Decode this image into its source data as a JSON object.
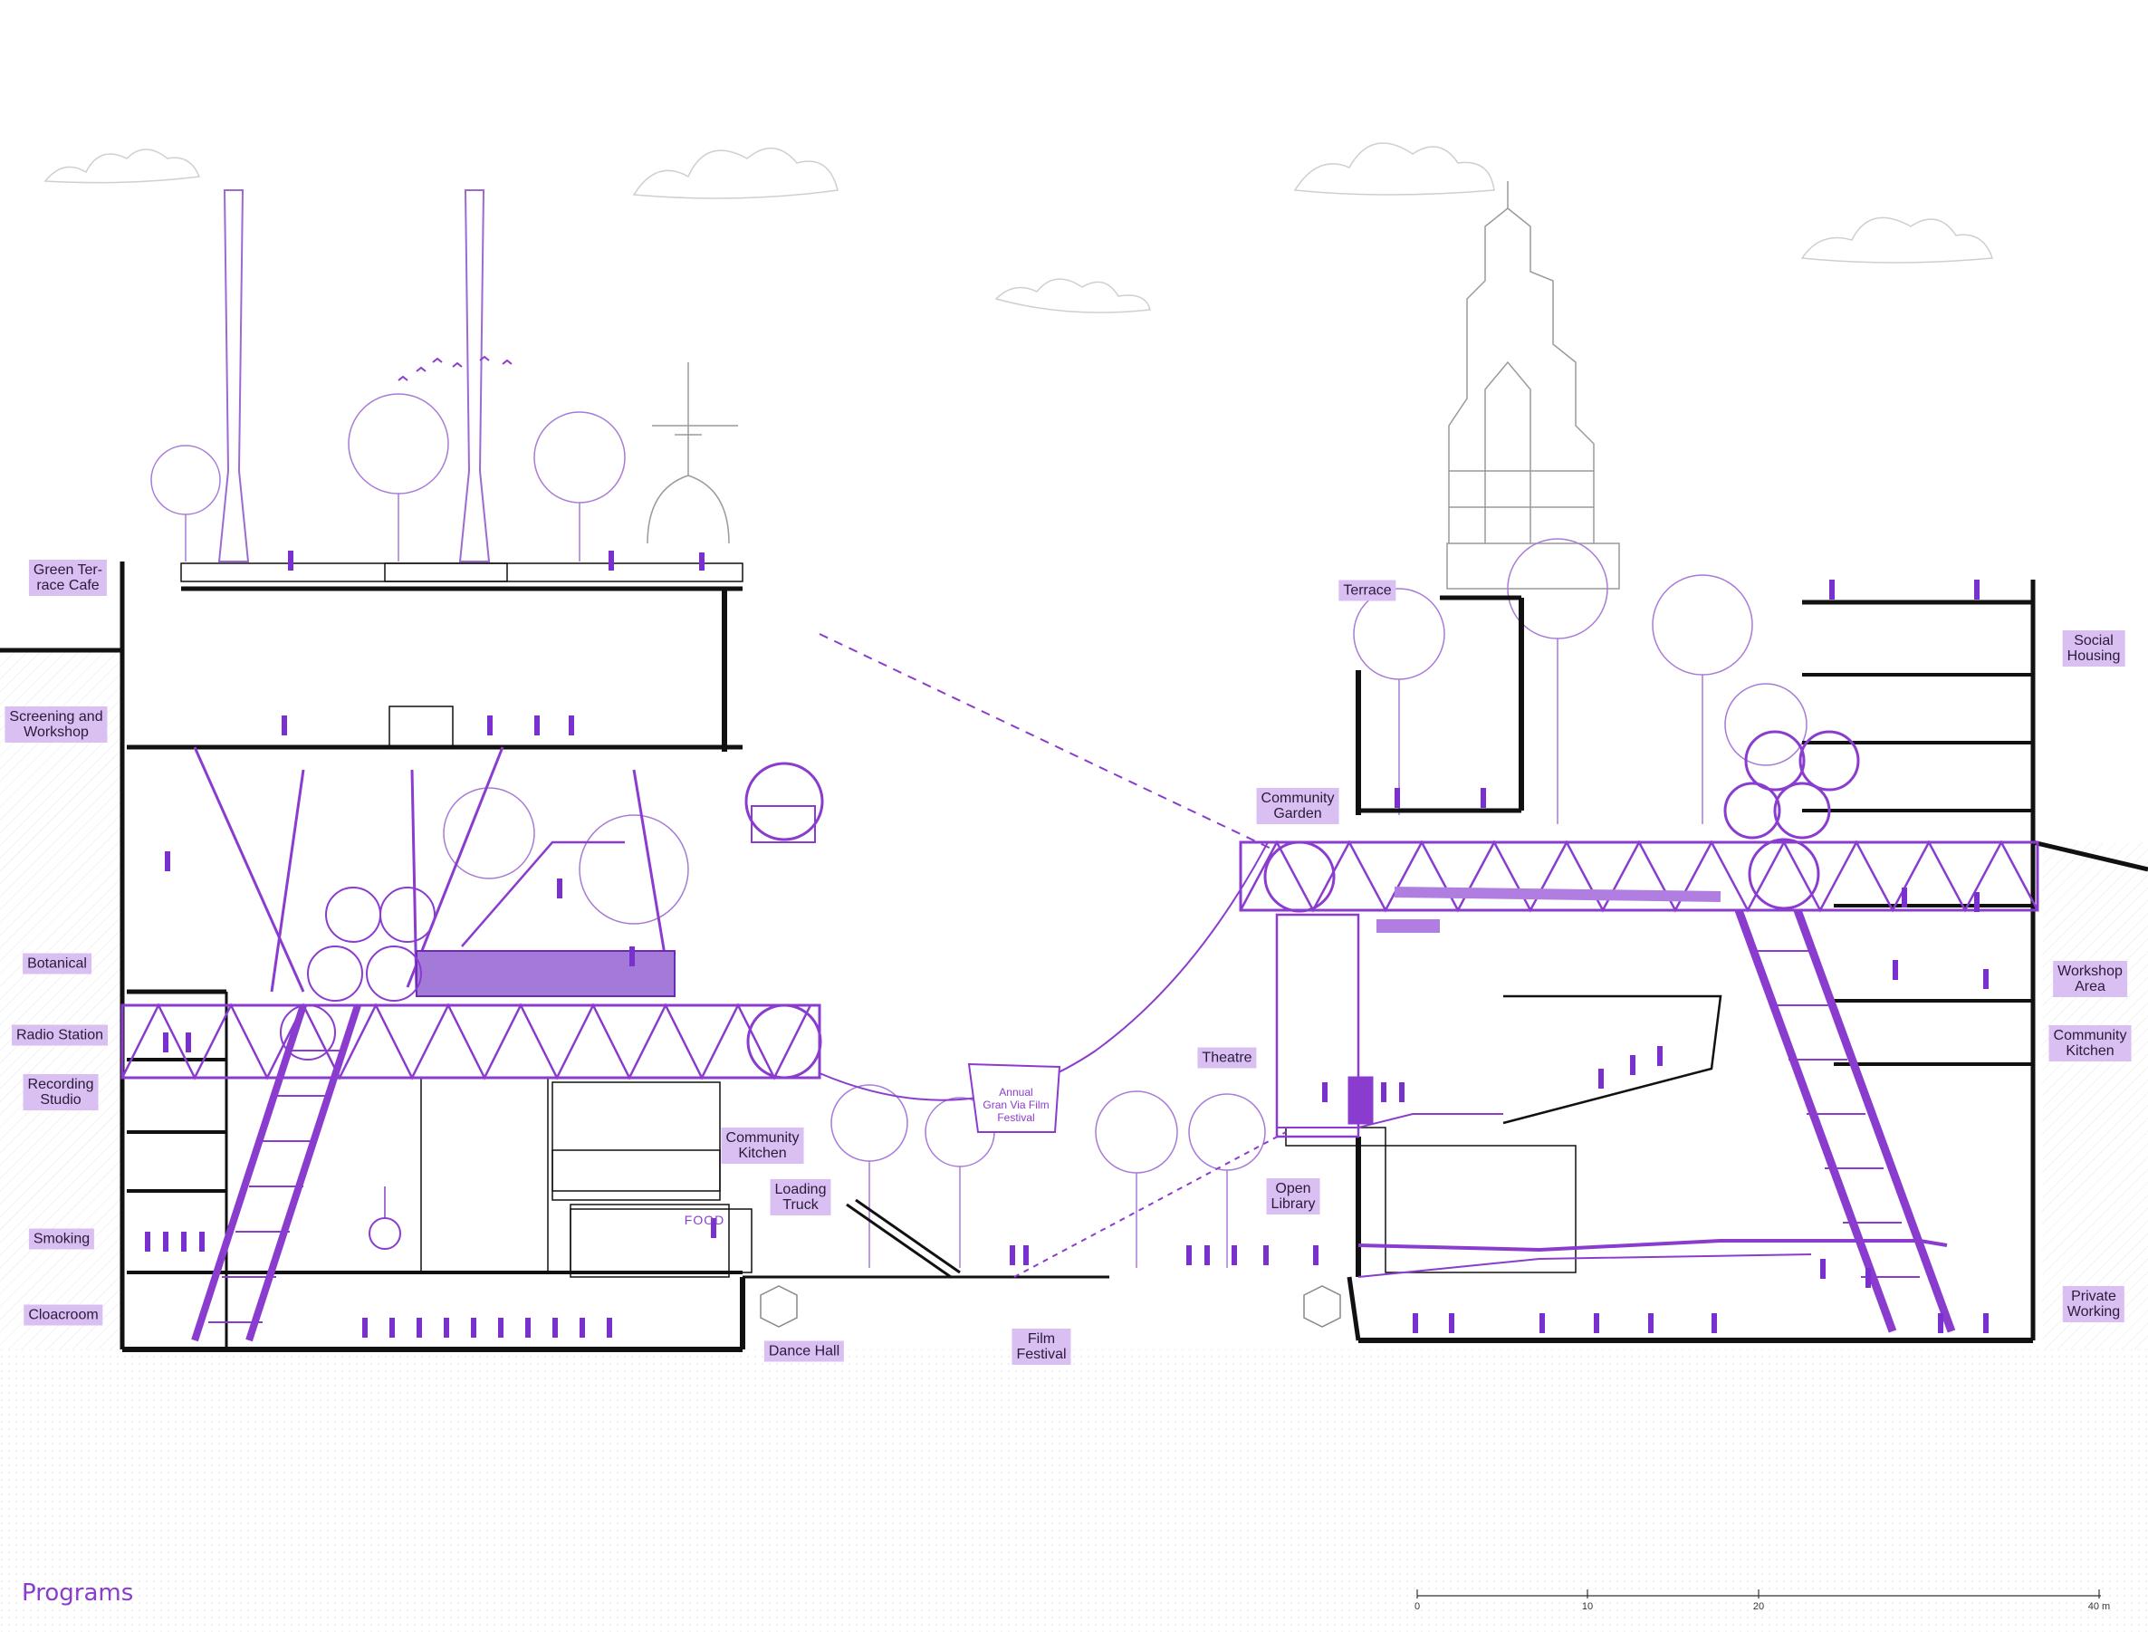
{
  "title": "Programs",
  "banner_text": "Annual\nGran Via Film\nFestival",
  "food_sign": "FOOD",
  "labels": [
    {
      "id": "green-terrace-cafe",
      "text": "Green Ter-\nrace Cafe"
    },
    {
      "id": "screening-and-workshop",
      "text": "Screening and\nWorkshop"
    },
    {
      "id": "botanical",
      "text": "Botanical"
    },
    {
      "id": "radio-station",
      "text": "Radio Station"
    },
    {
      "id": "recording-studio",
      "text": "Recording\nStudio"
    },
    {
      "id": "smoking",
      "text": "Smoking"
    },
    {
      "id": "cloacroom",
      "text": "Cloacroom"
    },
    {
      "id": "dance-hall",
      "text": "Dance Hall"
    },
    {
      "id": "community-kitchen-left",
      "text": "Community\nKitchen"
    },
    {
      "id": "loading-truck",
      "text": "Loading\nTruck"
    },
    {
      "id": "film-festival",
      "text": "Film\nFestival"
    },
    {
      "id": "theatre",
      "text": "Theatre"
    },
    {
      "id": "open-library",
      "text": "Open\nLibrary"
    },
    {
      "id": "terrace",
      "text": "Terrace"
    },
    {
      "id": "community-garden",
      "text": "Community\nGarden"
    },
    {
      "id": "social-housing",
      "text": "Social\nHousing"
    },
    {
      "id": "workshop-area",
      "text": "Workshop\nArea"
    },
    {
      "id": "community-kitchen-right",
      "text": "Community\nKitchen"
    },
    {
      "id": "private-working",
      "text": "Private\nWorking"
    }
  ],
  "scale_bar": {
    "ticks": [
      "0",
      "10",
      "20",
      "40 m"
    ]
  },
  "colors": {
    "accent": "#8a3ccf",
    "label_bg": "#d9bff2",
    "line": "#111111",
    "faint": "#bdbdbd",
    "light_purple": "#b07ee0"
  }
}
